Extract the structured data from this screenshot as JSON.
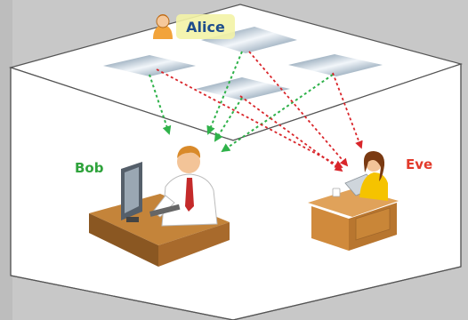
{
  "labels": {
    "alice": "Alice",
    "bob": "Bob",
    "eve": "Eve"
  },
  "colors": {
    "background": "#c8c8c8",
    "room_face": "#ffffff",
    "room_edge": "#555555",
    "ceiling_tile_dark": "#5f7c95",
    "ceiling_tile_light": "#f2f6fa",
    "bob_link": "#2fb24a",
    "eve_link": "#d9262b",
    "alice_label_bg": "#f3f3a6",
    "alice_text": "#1f4e8c",
    "bob_text": "#2fa33c",
    "eve_text": "#e23a2b",
    "desk_wood": "#c4843a"
  },
  "icons": {
    "alice": "person-avatar-icon",
    "bob": "office-worker-at-computer",
    "eve": "woman-at-laptop-desk"
  }
}
